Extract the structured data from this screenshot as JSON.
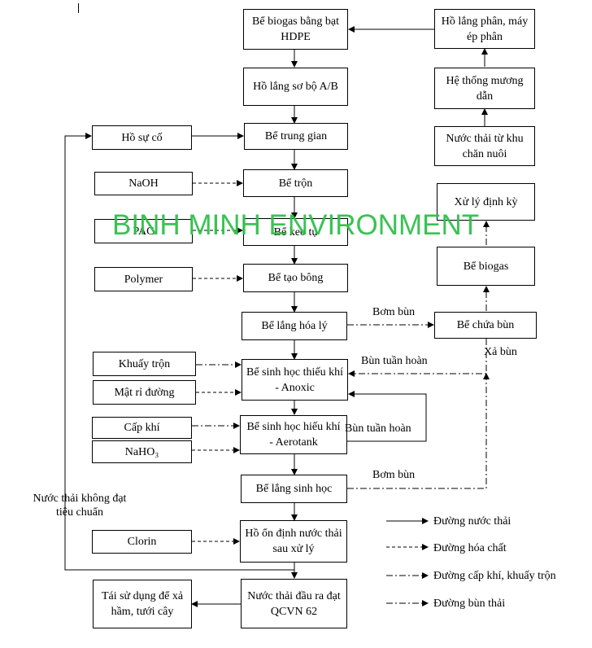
{
  "boxes": {
    "biogas_hdpe": "Bể biogas bằng bạt HDPE",
    "ho_lang_phan": "Hồ lắng phân, máy ép phân",
    "he_thong_muong": "Hệ thống mương dẫn",
    "ho_lang_so_bo": "Hồ lắng sơ bộ A/B",
    "nuoc_thai_tu": "Nước thải từ khu chăn nuôi",
    "ho_su_co": "Hồ sự cố",
    "be_trung_gian": "Bể trung gian",
    "naoh": "NaOH",
    "be_tron": "Bể trộn",
    "xu_ly_dinh_ky": "Xử lý định kỳ",
    "pac": "PAC",
    "be_keo_tu": "Bể keo tụ",
    "be_biogas": "Bể biogas",
    "polymer": "Polymer",
    "be_tao_bong": "Bể tạo bông",
    "be_lang_hoa_ly": "Bể lắng hóa lý",
    "be_chua_bun": "Bể chứa bùn",
    "khuay_tron": "Khuấy trộn",
    "anoxic": "Bể sinh học thiếu khí - Anoxic",
    "mat_ri_duong": "Mật rỉ đường",
    "cap_khi": "Cấp khí",
    "aerotank": "Bể sinh học hiếu khí - Aerotank",
    "nahco3": "NaHO₃",
    "be_lang_sinh_hoc": "Bể lắng sinh học",
    "clorin": "Clorin",
    "ho_on_dinh": "Hồ ổn định nước thải sau xử lý",
    "tai_su_dung": "Tái sử dụng để xả hầm, tưới cây",
    "nuoc_thai_dau_ra": "Nước thải đầu ra đạt QCVN 62"
  },
  "labels": {
    "bom_bun_1": "Bơm bùn",
    "xa_bun": "Xả bùn",
    "bun_tuan_hoan_1": "Bùn tuần hoàn",
    "bun_tuan_hoan_2": "Bùn tuần hoàn",
    "bom_bun_2": "Bơm bùn",
    "nuoc_khong_dat": "Nước thải không đạt tiêu chuẩn"
  },
  "legend": {
    "nuoc_thai": "Đường nước thải",
    "hoa_chat": "Đường hóa chất",
    "cap_khi": "Đường cấp khí, khuấy trộn",
    "bun_thai": "Đường bùn thải"
  },
  "watermark": "BINH MINH ENVIRONMENT"
}
